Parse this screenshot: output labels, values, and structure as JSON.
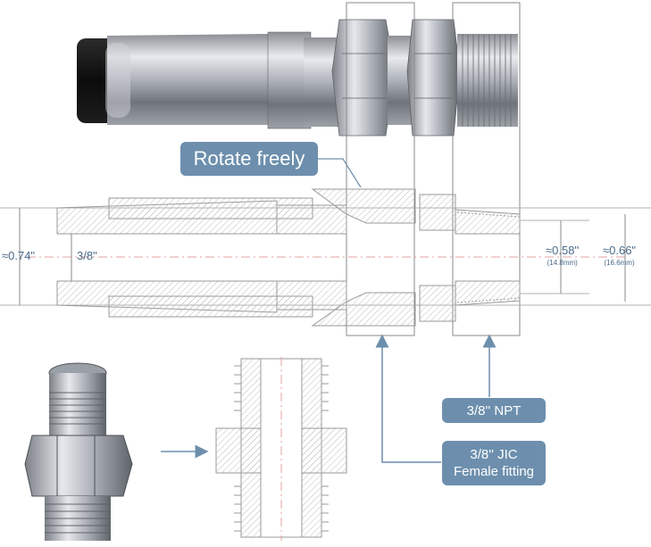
{
  "callouts": {
    "rotate": "Rotate freely",
    "npt": "3/8'' NPT",
    "jic_line1": "3/8'' JIC",
    "jic_line2": "Female fitting"
  },
  "dimensions": {
    "outer_hose": "≈0.74\"",
    "inner_hose": "3/8\"",
    "thread_minor": "≈0.58''",
    "thread_minor_mm": "(14.8mm)",
    "thread_major": "≈0.66\"",
    "thread_major_mm": "(16.6mm)"
  },
  "colors": {
    "badge": "#6d8fad",
    "arrow": "#6d8fad",
    "line": "#9a9a9a",
    "hatch": "#bcbcbc",
    "centerline": "#e3a3a3"
  },
  "icons": [
    "hose-photo",
    "adapter-photo",
    "cross-section-drawing",
    "adapter-section-drawing"
  ]
}
